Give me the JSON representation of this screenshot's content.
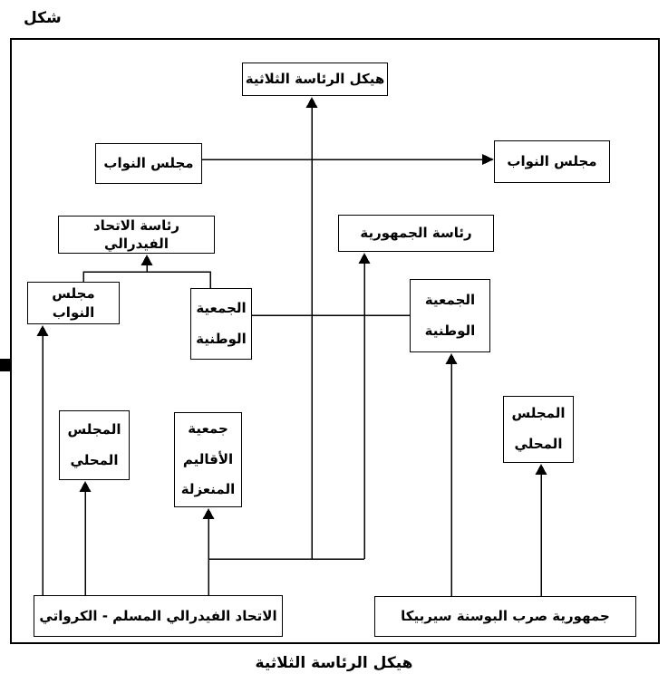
{
  "figure_label": "شكل",
  "caption": "هيكل الرئاسة الثلاثية",
  "colors": {
    "line": "#000000",
    "background": "#ffffff",
    "text": "#000000"
  },
  "nodes": {
    "tripartite_presidency": "هيكل الرئاسة الثلاثية",
    "council_of_deputies_left": "مجلس النواب",
    "council_of_deputies_right": "مجلس النواب",
    "federal_union_presidency": "رئاسة الاتحاد الفيدرالي",
    "republic_presidency": "رئاسة الجمهورية",
    "council_of_deputies_lower": "مجلس النواب",
    "national_assembly_center": "الجمعية الوطنية",
    "national_assembly_right": "الجمعية الوطنية",
    "local_council_left": "المجلس المحلي",
    "isolated_regions_assembly": "جمعية الأقاليم المنعزلة",
    "local_council_right": "المجلس المحلي",
    "muslim_croat_federal_union": "الاتحاد الفيدرالي المسلم - الكرواتي",
    "bosnian_serb_republic": "جمهورية صرب البوسنة سيربيكا"
  }
}
